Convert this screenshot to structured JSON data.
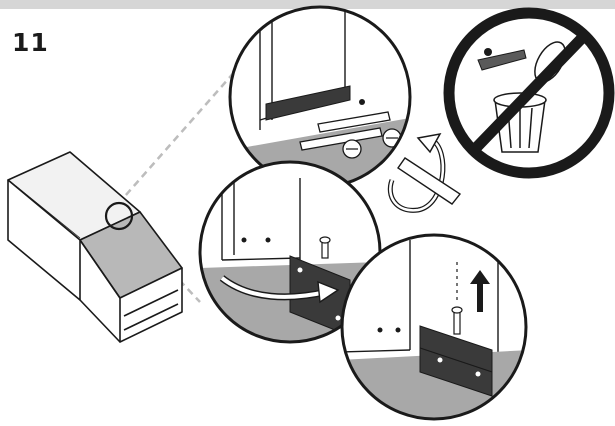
{
  "step": {
    "number": "11"
  },
  "colors": {
    "line": "#1a1a1a",
    "panel_grey": "#8a8a8a",
    "floor_grey": "#a8a8a8",
    "bracket": "#3a3a3a",
    "guide_dash": "#bdbdbd",
    "header_bar": "#d6d6d6",
    "white": "#ffffff"
  },
  "icons": {
    "appliance": "dishwasher-outline",
    "detail_circle": "magnifier-circle",
    "no_discard": "prohibited-trash-can",
    "rotate_arrow": "curved-arrow",
    "lift_arrow": "up-arrow",
    "screwdriver": "screwdriver"
  }
}
